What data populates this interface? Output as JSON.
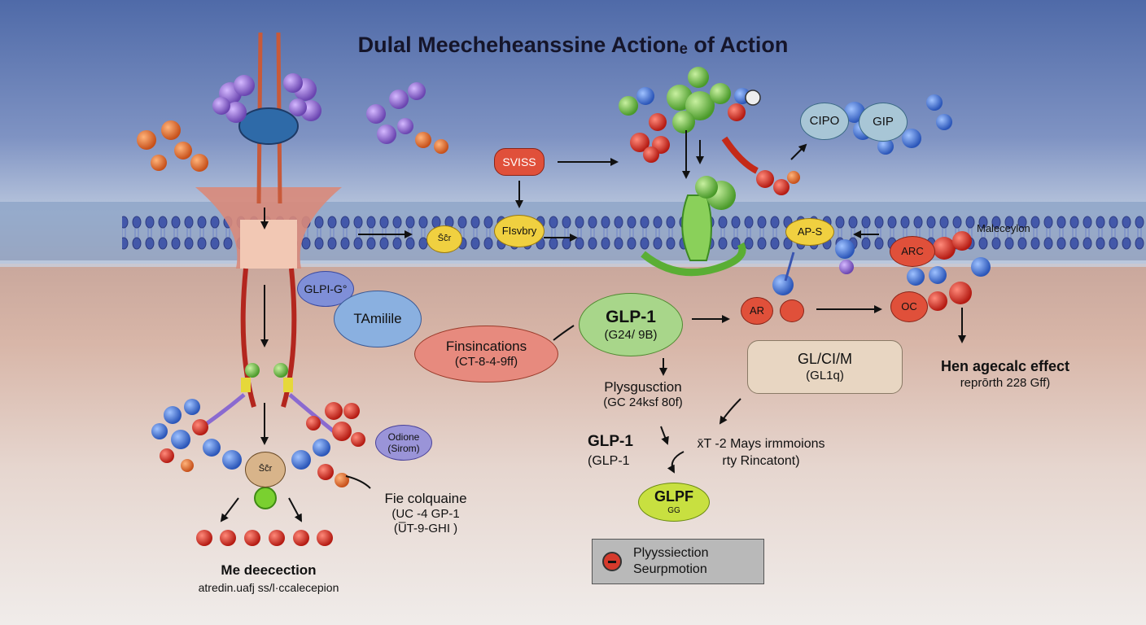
{
  "title": "Dulal Meecheheanssine Actionₑ of Action",
  "nodes": {
    "svss": "SVISS",
    "cipo": "CIPO",
    "gip": "GIP",
    "glpi_g": "GLPI-G°",
    "tamilile": "TAmilile",
    "fisvbry": "FIsvbry",
    "small_left": "S̄ĉ̄r",
    "ap_s": "AP-S",
    "arc": "ARC",
    "ar": "AR",
    "oc": "OC",
    "odione_line1": "Odione",
    "odione_line2": "(Sirom)",
    "center_left": "S̄ĉ̄r",
    "glp1_main": "GLP-1",
    "glp1_main_sub": "(G24/ 9B)",
    "fin_line1": "Finsincations",
    "fin_line2": "(CT-8-4-9ff)",
    "glcm_line1": "GL/CI/M",
    "glcm_line2": "(GL1q)",
    "glpf": "GLPF",
    "glpf_sub": "GG"
  },
  "labels": {
    "maleceylon": "Maleceylon",
    "hen_effect": "Hen agecalc effect",
    "hen_effect_sub": "reprōrth 228 Gff)",
    "plys_line1": "Plysgusction",
    "plys_line2": "(GC 24ksf 80f)",
    "glp1_lower": "GLP-1",
    "glp1_lower_sub": "(GLP-1",
    "mays_line1": "x̄T -2 Mays irmmoions",
    "mays_line2": "rty Rincatont)",
    "fie_line1": "Fie colquaine",
    "fie_line2": "(UC -4 GP-1",
    "fie_line3": "(U̅T-9-GHI )",
    "me_line1": "Me deecection",
    "me_line2": "atredin.uafj ss/l·ccalecepion"
  },
  "legend": {
    "line1": "Plyyssiection",
    "line2": "Seurpmotion"
  }
}
